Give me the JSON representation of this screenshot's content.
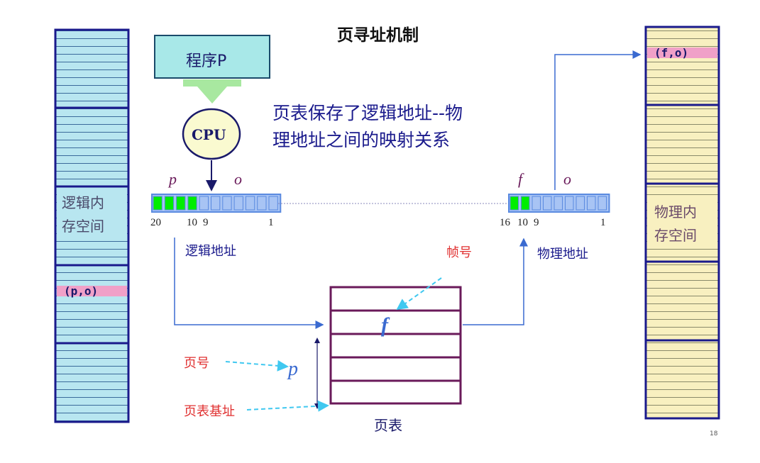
{
  "title": "页寻址机制",
  "program_label": "程序P",
  "cpu_label": "CPU",
  "note_line1": "页表保存了逻辑地址--物",
  "note_line2": "理地址之间的映射关系",
  "logical": {
    "p": "p",
    "o": "o",
    "bit_high": "20",
    "bit_mid1": "10",
    "bit_mid2": "9",
    "bit_low": "1",
    "label": "逻辑地址"
  },
  "physical": {
    "f": "f",
    "o": "o",
    "bit_high": "16",
    "bit_mid1": "10",
    "bit_mid2": "9",
    "bit_low": "1",
    "label": "物理地址"
  },
  "left_memory": {
    "label_line1": "逻辑内",
    "label_line2": "存空间",
    "entry": "(p,o)"
  },
  "right_memory": {
    "label_line1": "物理内",
    "label_line2": "存空间",
    "entry": "(f,o)"
  },
  "page_table": {
    "label": "页表",
    "f": "f",
    "p": "p"
  },
  "annotations": {
    "frame_no": "帧号",
    "page_no": "页号",
    "base": "页表基址"
  },
  "page_number": "18",
  "colors": {
    "left_fill": "#b8e6f0",
    "right_fill": "#f8f0c0",
    "border": "#1a1a8c",
    "green": "#00ee00",
    "bitblue": "#a8c4f4",
    "pink": "#f0a0c8",
    "table": "#6a1a5a",
    "red": "#e03030",
    "arrow": "#3a6ad0"
  }
}
